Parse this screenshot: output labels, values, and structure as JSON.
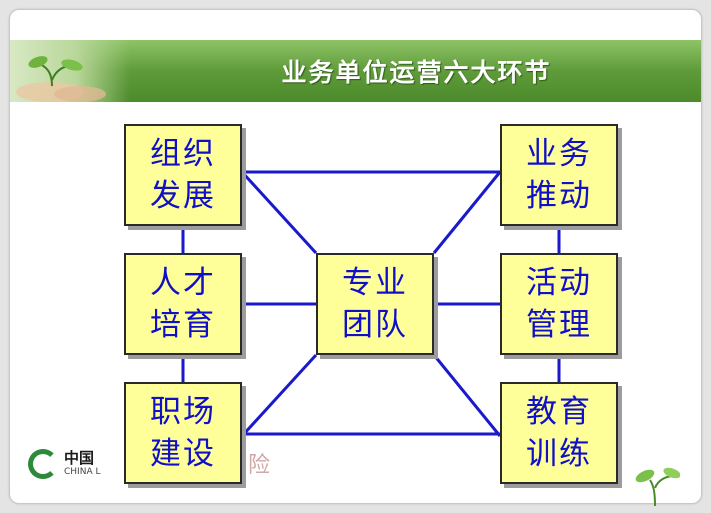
{
  "slide": {
    "title": "业务单位运营六大环节",
    "colors": {
      "banner": "#5f9b3a",
      "box_fill": "#ffff99",
      "box_text": "#1010c8",
      "connector": "#1a1acc",
      "box_border": "#2a2a2a"
    }
  },
  "diagram": {
    "nodes": [
      {
        "id": "org",
        "lines": [
          "组织",
          "发展"
        ]
      },
      {
        "id": "talent",
        "lines": [
          "人才",
          "培育"
        ]
      },
      {
        "id": "workplace",
        "lines": [
          "职场",
          "建设"
        ]
      },
      {
        "id": "team",
        "lines": [
          "专业",
          "团队"
        ]
      },
      {
        "id": "business",
        "lines": [
          "业务",
          "推动"
        ]
      },
      {
        "id": "activity",
        "lines": [
          "活动",
          "管理"
        ]
      },
      {
        "id": "training",
        "lines": [
          "教育",
          "训练"
        ]
      }
    ],
    "edges": [
      [
        "org",
        "talent"
      ],
      [
        "talent",
        "workplace"
      ],
      [
        "business",
        "activity"
      ],
      [
        "activity",
        "training"
      ],
      [
        "org",
        "business"
      ],
      [
        "workplace",
        "training"
      ],
      [
        "org",
        "team"
      ],
      [
        "talent",
        "team"
      ],
      [
        "workplace",
        "team"
      ],
      [
        "business",
        "team"
      ],
      [
        "activity",
        "team"
      ],
      [
        "training",
        "team"
      ]
    ]
  },
  "footer": {
    "logo_icon": "company-logo-icon",
    "logo_cn": "中国",
    "logo_en": "CHINA L",
    "logo_tail": "险"
  }
}
